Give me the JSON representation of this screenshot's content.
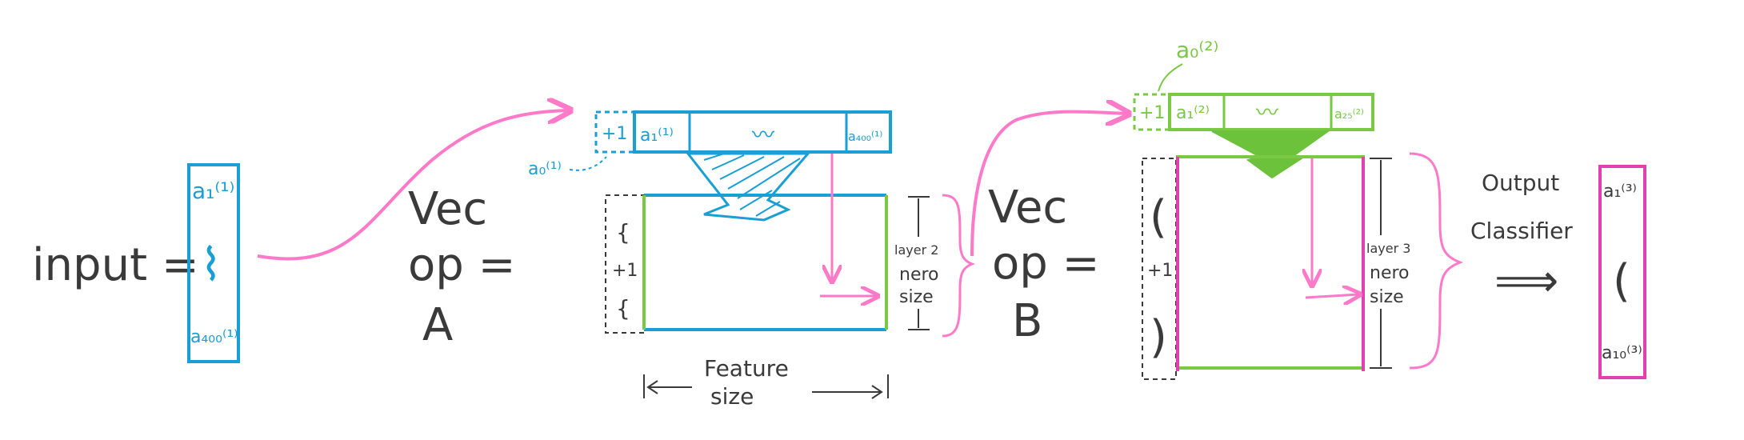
{
  "colors": {
    "ink": "#3a3a3a",
    "blue": "#1a9fd4",
    "green": "#7ac943",
    "pink": "#ff79c9",
    "magenta": "#e040b0"
  },
  "input": {
    "label": "input =",
    "top_sym": "a₁⁽¹⁾",
    "mid_sym": "⌇",
    "bottom_sym": "a₄₀₀⁽¹⁾"
  },
  "op_a": {
    "line1": "Vec",
    "line2": "op =",
    "line3": "A"
  },
  "op_b": {
    "line1": "Vec",
    "line2": "op =",
    "line3": "B"
  },
  "layer1_row": {
    "bias": "+1",
    "first": "a₁⁽¹⁾",
    "mid": "〰",
    "last": "a₄₀₀⁽¹⁾",
    "bias_note": "a₀⁽¹⁾"
  },
  "matrix_a": {
    "bias_col_top": "{",
    "bias_col_mid": "+1",
    "bias_col_bot": "{",
    "height_lines": [
      "layer 2",
      "nero",
      "size"
    ],
    "width_lines": [
      "Feature",
      "size"
    ]
  },
  "layer2_row": {
    "bias": "+1",
    "first": "a₁⁽²⁾",
    "mid": "〰",
    "last": "a₂₅⁽²⁾",
    "bias_note": "a₀⁽²⁾"
  },
  "matrix_b": {
    "bias_col_top": "(",
    "bias_col_mid": "+1",
    "bias_col_bot": ")",
    "height_lines": [
      "layer 3",
      "nero",
      "size"
    ]
  },
  "output": {
    "label_lines": [
      "Output",
      "Classifier"
    ],
    "arrow": "⟹",
    "top_sym": "a₁⁽³⁾",
    "mid_sym": "(",
    "bottom_sym": "a₁₀⁽³⁾"
  }
}
